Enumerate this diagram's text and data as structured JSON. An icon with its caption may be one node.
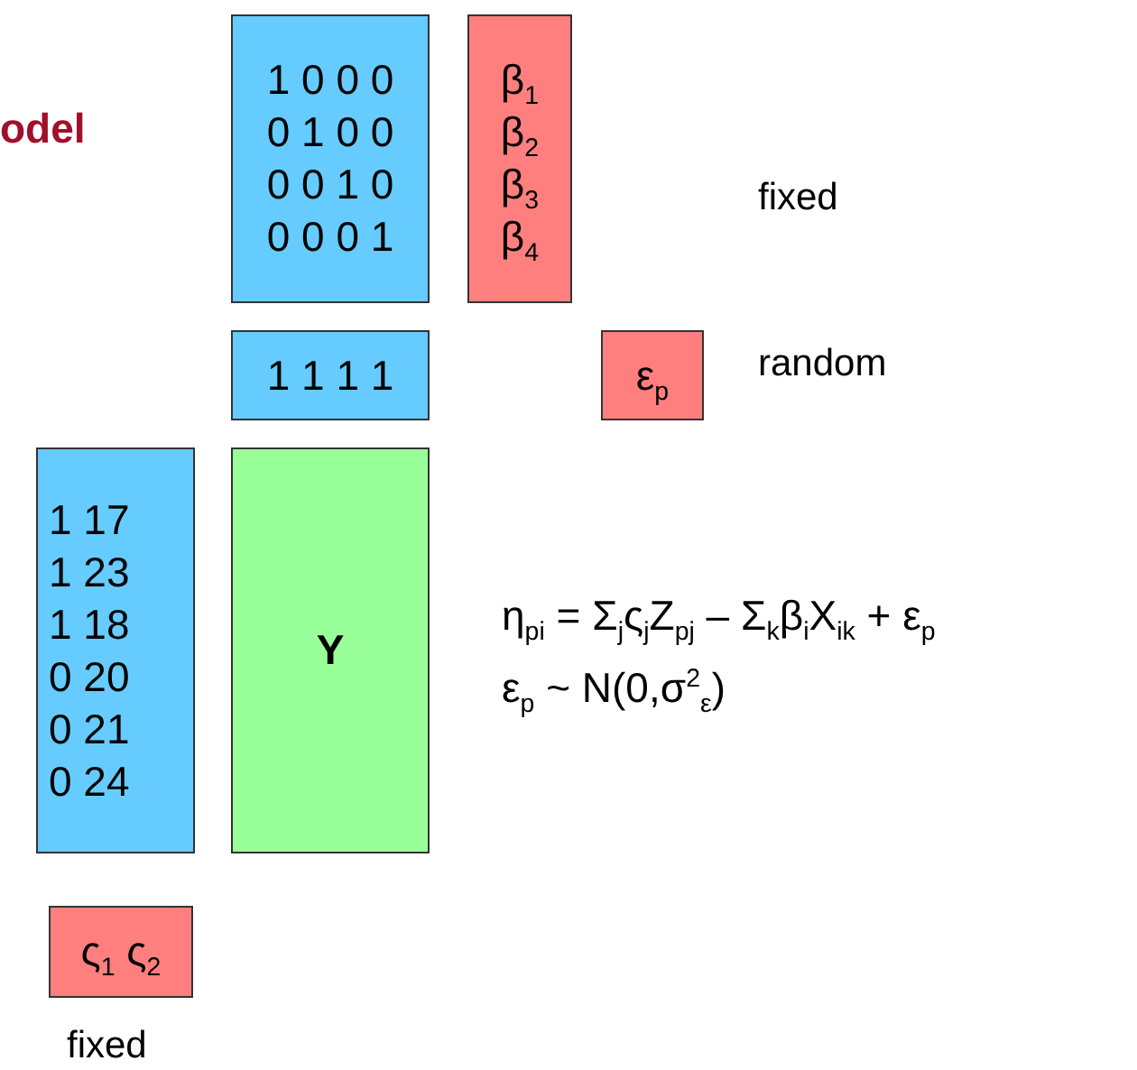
{
  "diagram": {
    "title": "odel",
    "nodes": [
      {
        "text": [
          "1 0 0 0",
          "0 1 0 0",
          "0 0 1 0",
          "0 0 0 1"
        ]
      },
      {
        "text": [
          "β$_{1}$",
          "β$_{2}$",
          "β$_{3}$",
          "β$_{4}$"
        ]
      },
      {
        "text": [
          "1 1 1 1"
        ]
      },
      {
        "text": [
          "ε$_{p}$"
        ]
      },
      {
        "text": [
          "1 17",
          "1 23",
          "1 18",
          "0 20",
          "0 21",
          "0 24"
        ]
      },
      {
        "text": [
          "Y"
        ]
      },
      {
        "text": [
          "ς$_{1}$ ς$_{2}$"
        ]
      }
    ],
    "edges": [],
    "labels": [
      "fixed",
      "random",
      "η$_{pi}$ = Σ$_{j}$ς$_{j}$Z$_{pj}$ – Σ$_{k}$β$_{i}$X$_{ik}$ + ε$_{p}$",
      "ε$_{p}$ ~ N(0,σ$^{2}$$_{ε}$)",
      "fixed"
    ]
  }
}
